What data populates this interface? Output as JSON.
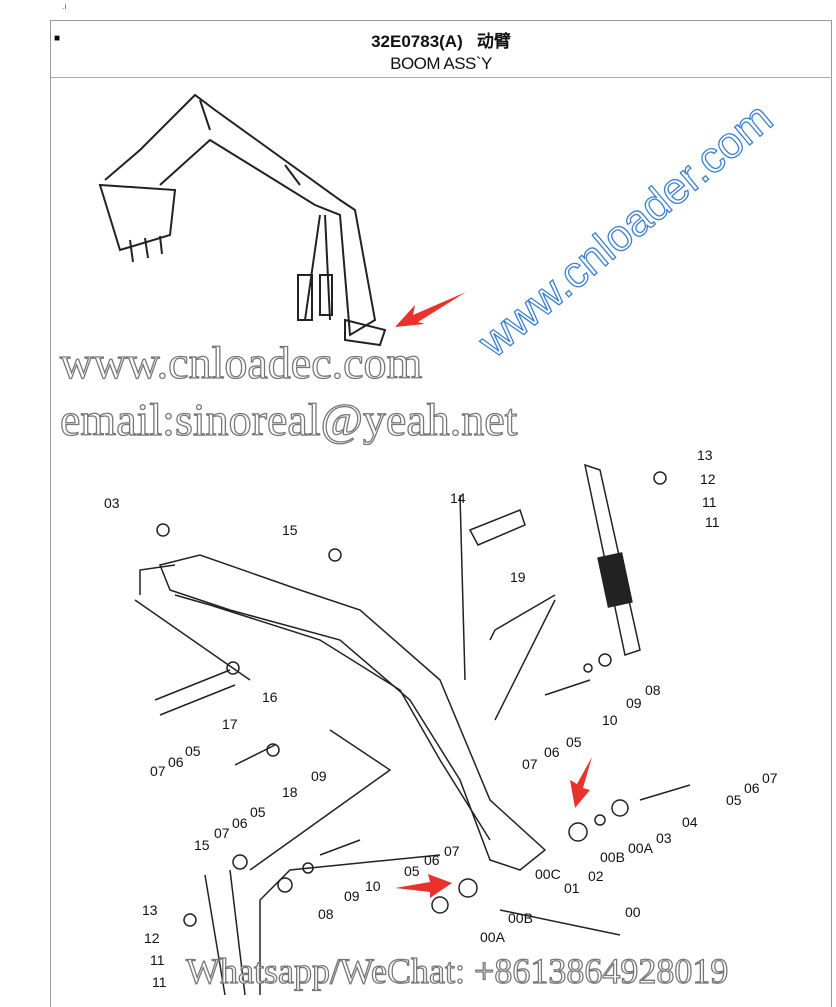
{
  "header": {
    "code": "32E0783(A)",
    "title_cn": "动臂",
    "title_en": "BOOM ASS`Y"
  },
  "callouts": [
    "13",
    "12",
    "11",
    "11",
    "03",
    "14",
    "15",
    "19",
    "16",
    "17",
    "08",
    "09",
    "10",
    "05",
    "06",
    "07",
    "05",
    "06",
    "07",
    "09",
    "18",
    "05",
    "06",
    "07",
    "07",
    "06",
    "05",
    "04",
    "03",
    "00A",
    "00B",
    "07",
    "06",
    "05",
    "15",
    "10",
    "09",
    "08",
    "00C",
    "01",
    "02",
    "00",
    "00B",
    "00A",
    "13",
    "12",
    "11",
    "11"
  ],
  "watermarks": {
    "site": "www.cnloadec.com",
    "email": "email:sinoreal@yeah.net",
    "site_diagonal": "www.cnloader.com",
    "contact": "Whatsapp/WeChat: +8613864928019"
  },
  "colors": {
    "arrow": "#e8322b",
    "watermark_blue": "#3b7fd0",
    "line": "#222222"
  }
}
